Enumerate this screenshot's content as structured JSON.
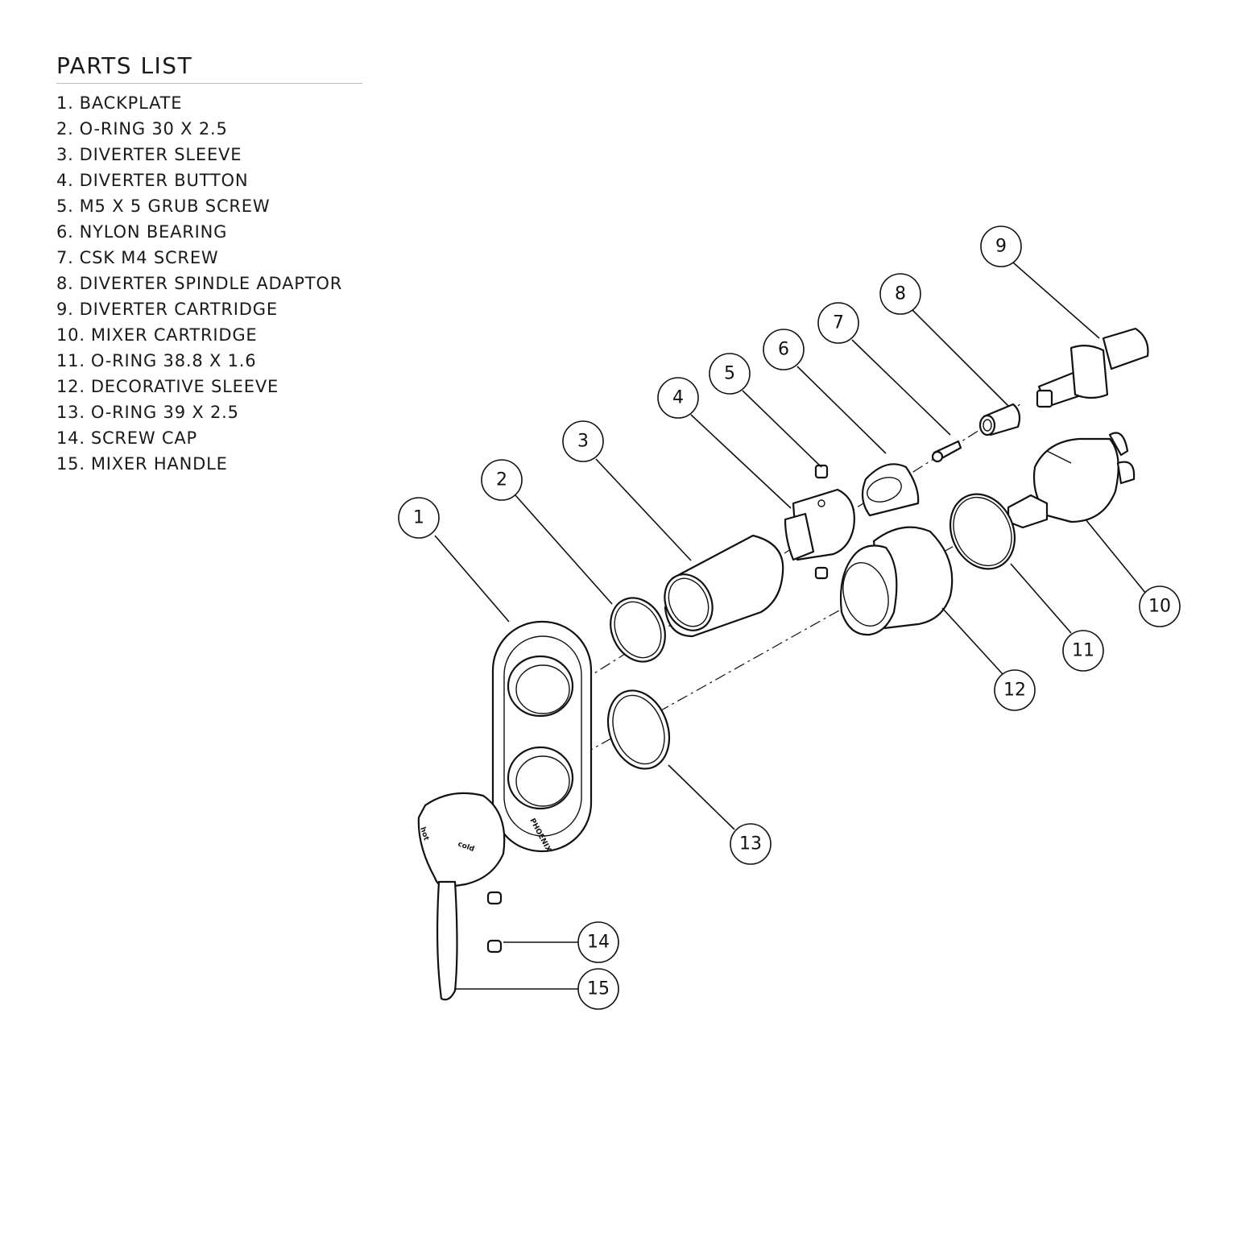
{
  "parts_list": {
    "title": "PARTS LIST",
    "items": [
      {
        "num": "1.",
        "label": "BACKPLATE"
      },
      {
        "num": "2.",
        "label": "O-RING 30 X 2.5"
      },
      {
        "num": "3.",
        "label": "DIVERTER SLEEVE"
      },
      {
        "num": "4.",
        "label": "DIVERTER BUTTON"
      },
      {
        "num": "5.",
        "label": "M5 X 5 GRUB SCREW"
      },
      {
        "num": "6.",
        "label": "NYLON BEARING"
      },
      {
        "num": "7.",
        "label": "CSK M4 SCREW"
      },
      {
        "num": "8.",
        "label": "DIVERTER SPINDLE ADAPTOR"
      },
      {
        "num": "9.",
        "label": "DIVERTER CARTRIDGE"
      },
      {
        "num": "10.",
        "label": "MIXER CARTRIDGE"
      },
      {
        "num": "11.",
        "label": "O-RING 38.8 X 1.6"
      },
      {
        "num": "12.",
        "label": "DECORATIVE SLEEVE"
      },
      {
        "num": "13.",
        "label": "O-RING 39 X 2.5"
      },
      {
        "num": "14.",
        "label": "SCREW CAP"
      },
      {
        "num": "15.",
        "label": "MIXER HANDLE"
      }
    ]
  },
  "callouts": [
    "1",
    "2",
    "3",
    "4",
    "5",
    "6",
    "7",
    "8",
    "9",
    "10",
    "11",
    "12",
    "13",
    "14",
    "15"
  ],
  "handle_markings": {
    "hot": "hot",
    "cold": "cold"
  },
  "backplate_brand": "PHOENIX"
}
